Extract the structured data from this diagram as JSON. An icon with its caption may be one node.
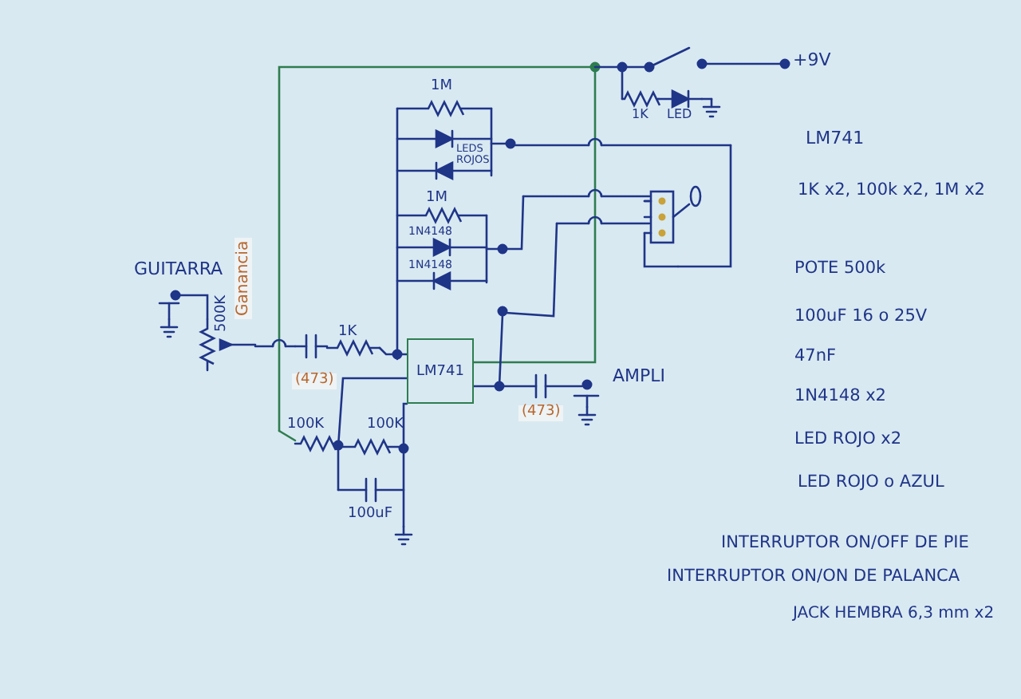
{
  "diagram": {
    "nodes": [
      {
        "text": [
          "LM741"
        ]
      }
    ],
    "labels": [
      "+9V",
      "1K",
      "LED",
      "1M",
      "LEDS ROJOS",
      "1M",
      "1N4148",
      "1N4148",
      "GUITARRA",
      "Ganancia",
      "500K",
      "1K",
      "(473)",
      "(473)",
      "AMPLI",
      "100K",
      "100K",
      "100uF",
      "LM741",
      "1K x2, 100k x2, 1M x2",
      "POTE 500k",
      "100uF 16 o 25V",
      "47nF",
      "1N4148 x2",
      "LED ROJO x2",
      "LED ROJO o AZUL",
      "INTERRUPTOR ON/OFF DE PIE",
      "INTERRUPTOR ON/ON DE PALANCA",
      "JACK HEMBRA 6,3 mm x2"
    ]
  }
}
